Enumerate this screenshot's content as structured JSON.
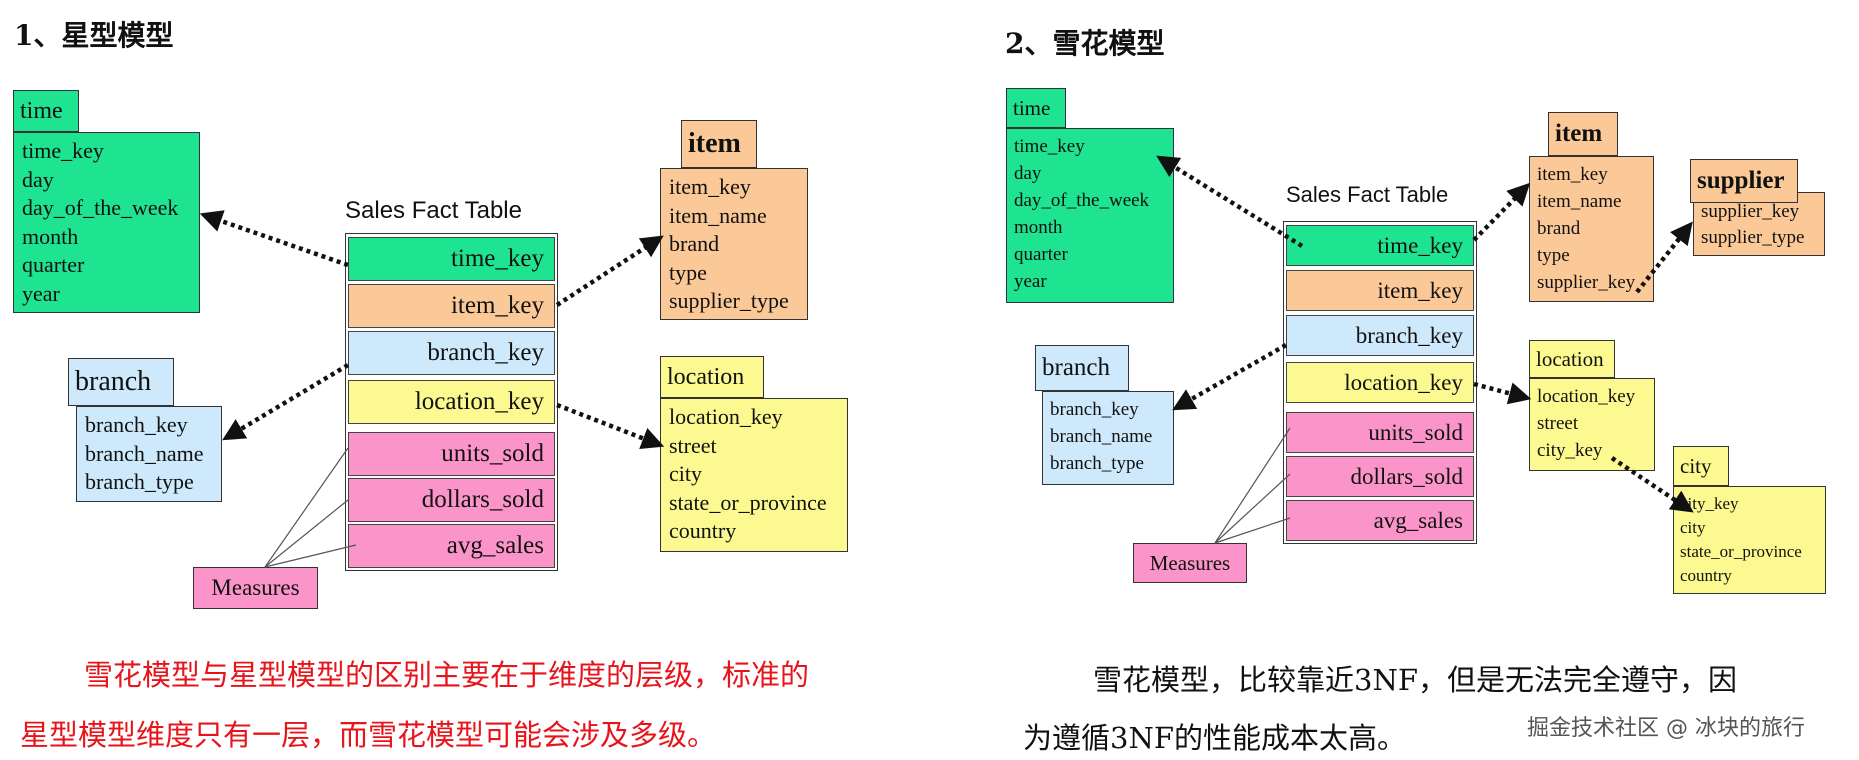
{
  "headings": {
    "star": "1、星型模型",
    "snowflake": "2、雪花模型"
  },
  "colors": {
    "green": "#1ee391",
    "orange": "#fbc897",
    "blue": "#cde9fb",
    "yellow": "#fbf98f",
    "pink": "#fb95c9",
    "red_text": "#e8141b"
  },
  "star": {
    "time": {
      "title": "time",
      "fields": [
        "time_key",
        "day",
        "day_of_the_week",
        "month",
        "quarter",
        "year"
      ]
    },
    "item": {
      "title": "item",
      "fields": [
        "item_key",
        "item_name",
        "brand",
        "type",
        "supplier_type"
      ]
    },
    "branch": {
      "title": "branch",
      "fields": [
        "branch_key",
        "branch_name",
        "branch_type"
      ]
    },
    "location": {
      "title": "location",
      "fields": [
        "location_key",
        "street",
        "city",
        "state_or_province",
        "country"
      ]
    },
    "fact": {
      "title": "Sales Fact Table",
      "rows": [
        "time_key",
        "item_key",
        "branch_key",
        "location_key",
        "units_sold",
        "dollars_sold",
        "avg_sales"
      ]
    },
    "measures": "Measures",
    "caption_line1": "雪花模型与星型模型的区别主要在于维度的层级，标准的",
    "caption_line2": "星型模型维度只有一层，而雪花模型可能会涉及多级。"
  },
  "snow": {
    "time": {
      "title": "time",
      "fields": [
        "time_key",
        "day",
        "day_of_the_week",
        "month",
        "quarter",
        "year"
      ]
    },
    "item": {
      "title": "item",
      "fields": [
        "item_key",
        "item_name",
        "brand",
        "type",
        "supplier_key"
      ]
    },
    "supplier": {
      "title": "supplier",
      "fields": [
        "supplier_key",
        "supplier_type"
      ]
    },
    "branch": {
      "title": "branch",
      "fields": [
        "branch_key",
        "branch_name",
        "branch_type"
      ]
    },
    "location": {
      "title": "location",
      "fields": [
        "location_key",
        "street",
        "city_key"
      ]
    },
    "city": {
      "title": "city",
      "fields": [
        "city_key",
        "city",
        "state_or_province",
        "country"
      ]
    },
    "fact": {
      "title": "Sales Fact Table",
      "rows": [
        "time_key",
        "item_key",
        "branch_key",
        "location_key",
        "units_sold",
        "dollars_sold",
        "avg_sales"
      ]
    },
    "measures": "Measures",
    "caption_line1": "雪花模型，比较靠近3NF，但是无法完全遵守，因",
    "caption_line2": "为遵循3NF的性能成本太高。"
  },
  "watermark": "掘金技术社区 @ 冰块的旅行"
}
